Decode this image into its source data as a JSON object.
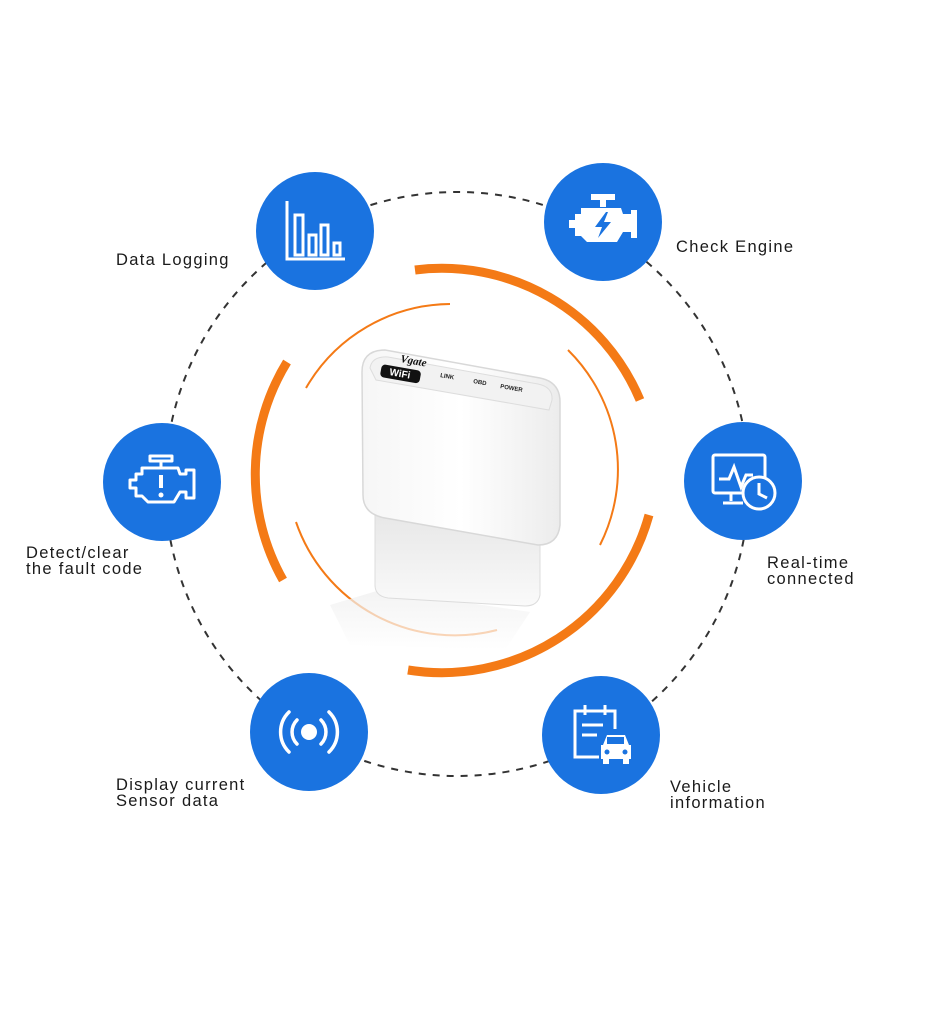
{
  "colors": {
    "feature_blue": "#1a73e0",
    "accent_orange": "#f47a16",
    "dashed_ring": "#333333",
    "label_text": "#1a1a1a"
  },
  "device": {
    "brand": "Vgate",
    "badge": "WiFi",
    "indicators": [
      "LINK",
      "OBD",
      "POWER"
    ]
  },
  "features": {
    "data_logging": {
      "icon": "bar-chart-icon",
      "lines": [
        "Data Logging"
      ]
    },
    "check_engine": {
      "icon": "engine-lightning-icon",
      "lines": [
        "Check Engine"
      ]
    },
    "detect_clear": {
      "icon": "engine-warning-icon",
      "lines": [
        "Detect/clear",
        "the fault code"
      ]
    },
    "realtime": {
      "icon": "monitor-clock-icon",
      "lines": [
        "Real-time",
        "connected"
      ]
    },
    "sensor_data": {
      "icon": "sensor-signal-icon",
      "lines": [
        "Display current",
        "Sensor data"
      ]
    },
    "vehicle_info": {
      "icon": "clipboard-car-icon",
      "lines": [
        "Vehicle",
        "information"
      ]
    }
  }
}
